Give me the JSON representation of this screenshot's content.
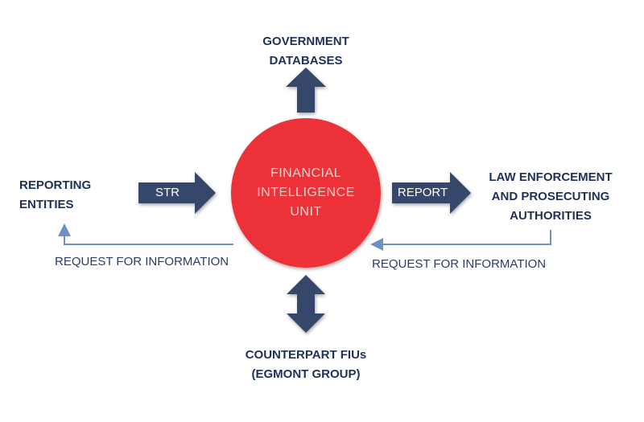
{
  "center": {
    "lines": [
      "FINANCIAL",
      "INTELLIGENCE",
      "UNIT"
    ]
  },
  "top": {
    "lines": [
      "GOVERNMENT",
      "DATABASES"
    ]
  },
  "left": {
    "lines": [
      "REPORTING",
      "ENTITIES"
    ]
  },
  "right": {
    "lines": [
      "LAW ENFORCEMENT",
      "AND PROSECUTING",
      "AUTHORITIES"
    ]
  },
  "bottom": {
    "lines": [
      "COUNTERPART FIUs",
      "(EGMONT GROUP)"
    ]
  },
  "arrows": {
    "str_label": "STR",
    "report_label": "REPORT"
  },
  "feedback": {
    "left_label": "REQUEST FOR INFORMATION",
    "right_label": "REQUEST FOR INFORMATION"
  },
  "colors": {
    "arrow_fill": "#34476b",
    "circle_fill": "#ec3237",
    "feedback_line": "#6e8fc7",
    "label_text": "#1f3158"
  }
}
